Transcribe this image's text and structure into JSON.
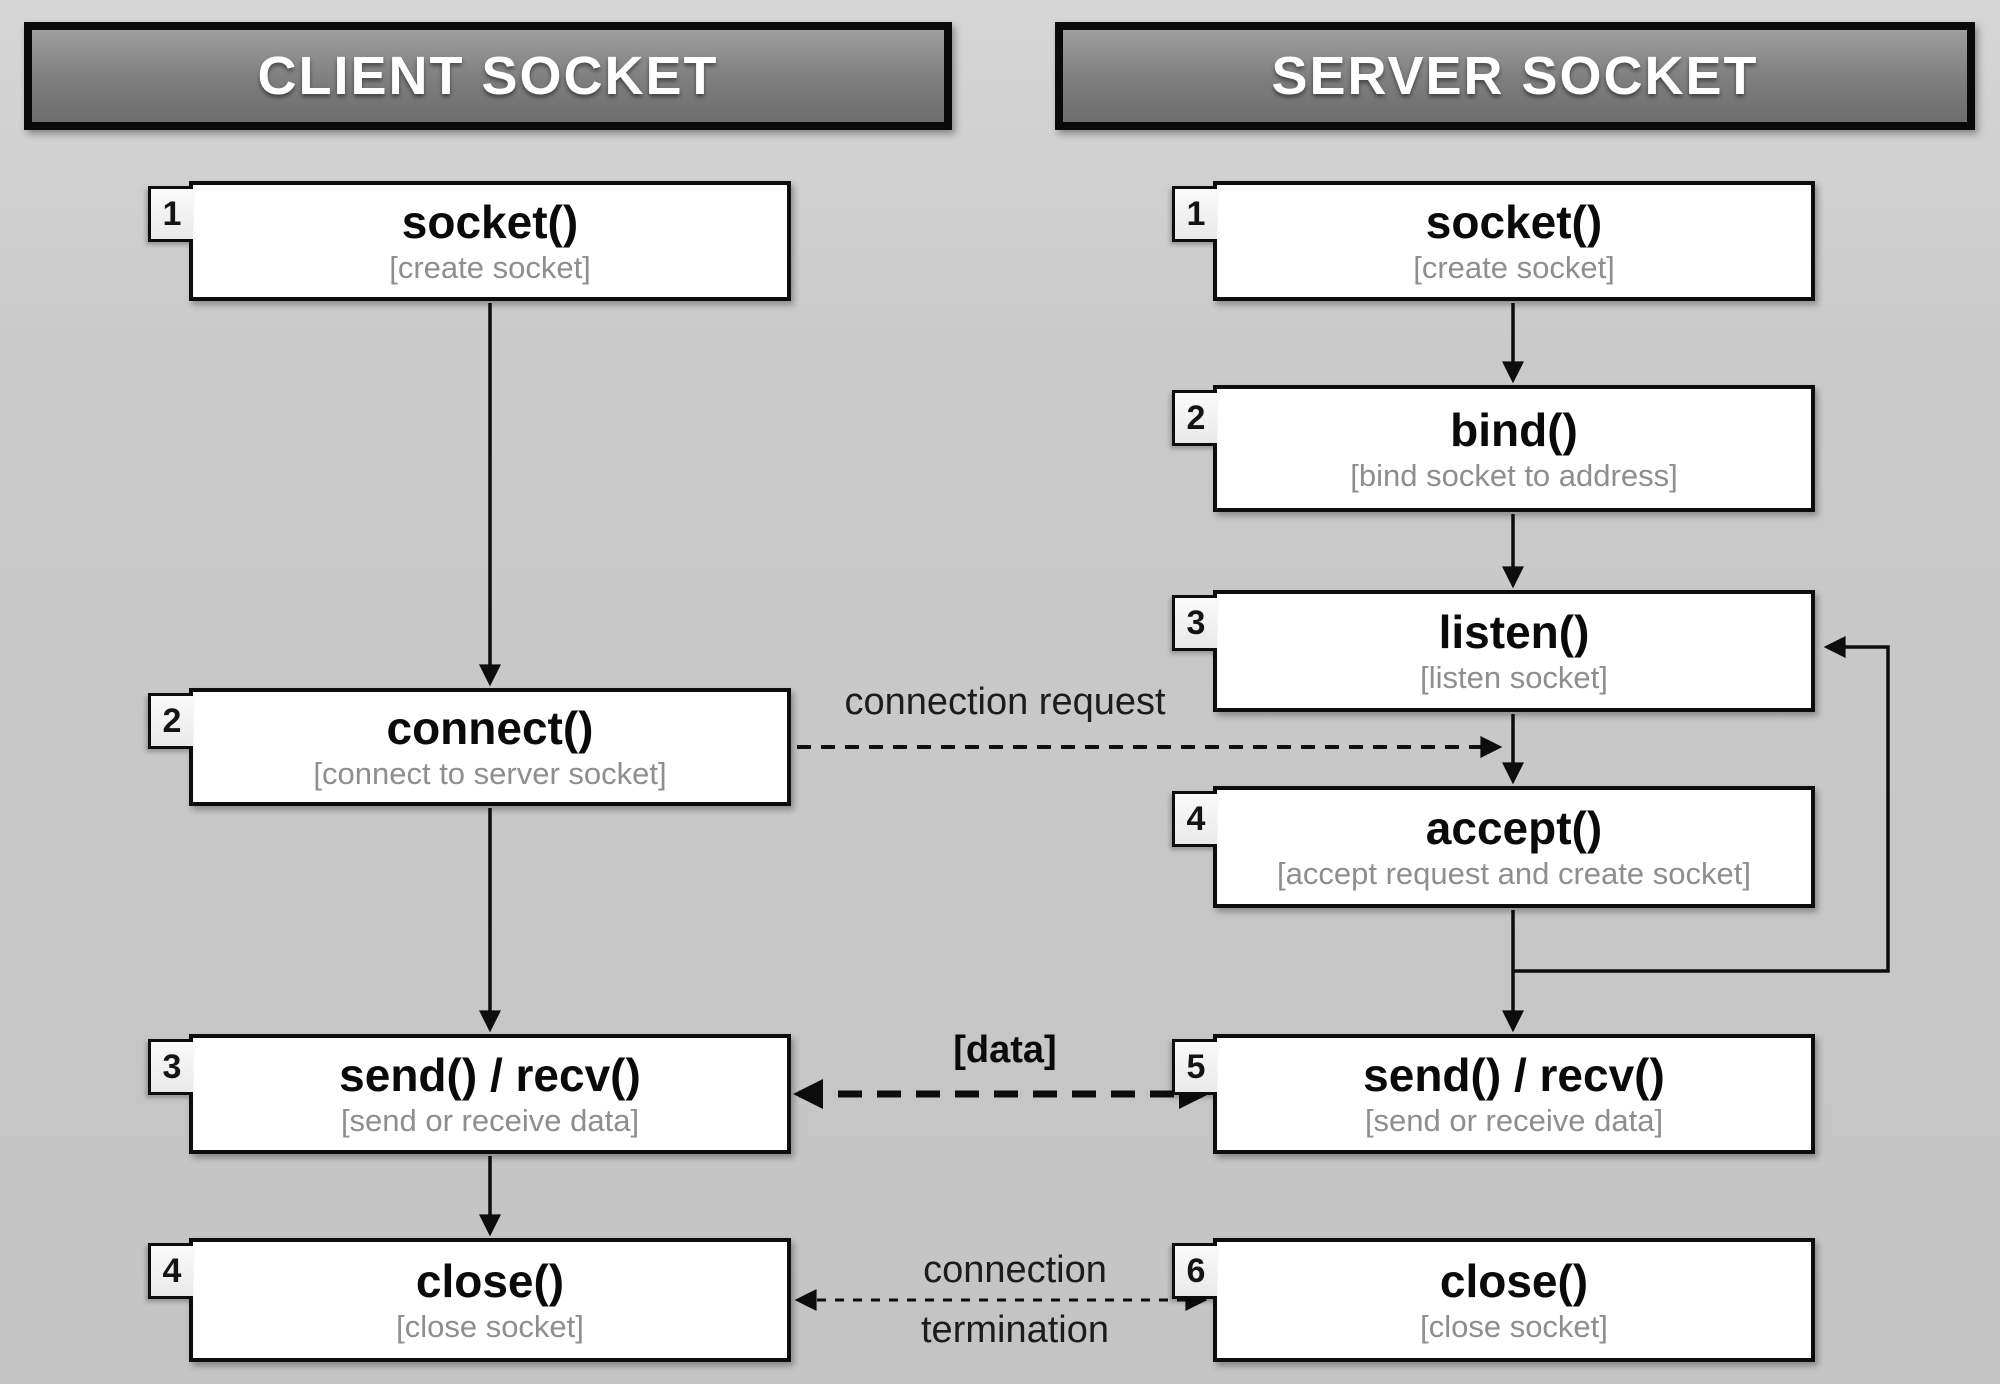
{
  "headers": {
    "client": "CLIENT SOCKET",
    "server": "SERVER SOCKET"
  },
  "client_nodes": [
    {
      "step": "1",
      "title": "socket()",
      "subtitle": "[create socket]"
    },
    {
      "step": "2",
      "title": "connect()",
      "subtitle": "[connect to server socket]"
    },
    {
      "step": "3",
      "title": "send() / recv()",
      "subtitle": "[send or receive data]"
    },
    {
      "step": "4",
      "title": "close()",
      "subtitle": "[close socket]"
    }
  ],
  "server_nodes": [
    {
      "step": "1",
      "title": "socket()",
      "subtitle": "[create socket]"
    },
    {
      "step": "2",
      "title": "bind()",
      "subtitle": "[bind socket to address]"
    },
    {
      "step": "3",
      "title": "listen()",
      "subtitle": "[listen socket]"
    },
    {
      "step": "4",
      "title": "accept()",
      "subtitle": "[accept request and create socket]"
    },
    {
      "step": "5",
      "title": "send() / recv()",
      "subtitle": "[send or receive data]"
    },
    {
      "step": "6",
      "title": "close()",
      "subtitle": "[close socket]"
    }
  ],
  "edge_labels": {
    "connection_request": "connection request",
    "data": "[data]",
    "termination_line1": "connection",
    "termination_line2": "termination"
  },
  "edges": [
    {
      "from": "client.socket",
      "to": "client.connect",
      "style": "solid-arrow"
    },
    {
      "from": "client.connect",
      "to": "client.send_recv",
      "style": "solid-arrow"
    },
    {
      "from": "client.send_recv",
      "to": "client.close",
      "style": "solid-arrow"
    },
    {
      "from": "server.socket",
      "to": "server.bind",
      "style": "solid-arrow"
    },
    {
      "from": "server.bind",
      "to": "server.listen",
      "style": "solid-arrow"
    },
    {
      "from": "server.listen",
      "to": "server.accept",
      "style": "solid-arrow"
    },
    {
      "from": "server.accept",
      "to": "server.send_recv",
      "style": "solid-arrow"
    },
    {
      "from": "server.accept",
      "to": "server.listen",
      "style": "solid-loop-back"
    },
    {
      "from": "client.connect",
      "to": "server.accept",
      "style": "dashed-arrow",
      "label_key": "connection_request"
    },
    {
      "from": "client.send_recv",
      "to": "server.send_recv",
      "style": "bold-dashed-double-arrow",
      "label_key": "data"
    },
    {
      "from": "client.close",
      "to": "server.close",
      "style": "dashed-double-arrow",
      "label_key": "termination_line1"
    }
  ],
  "colors": {
    "background": "#c9c9c9",
    "header_fill_top": "#9e9e9e",
    "header_fill_bottom": "#6d6d6d",
    "header_text": "#ffffff",
    "box_fill": "#ffffff",
    "box_border": "#0d0d0d",
    "title_text": "#0a0a0a",
    "subtitle_text": "#8e8e8e",
    "arrow": "#0d0d0d"
  }
}
